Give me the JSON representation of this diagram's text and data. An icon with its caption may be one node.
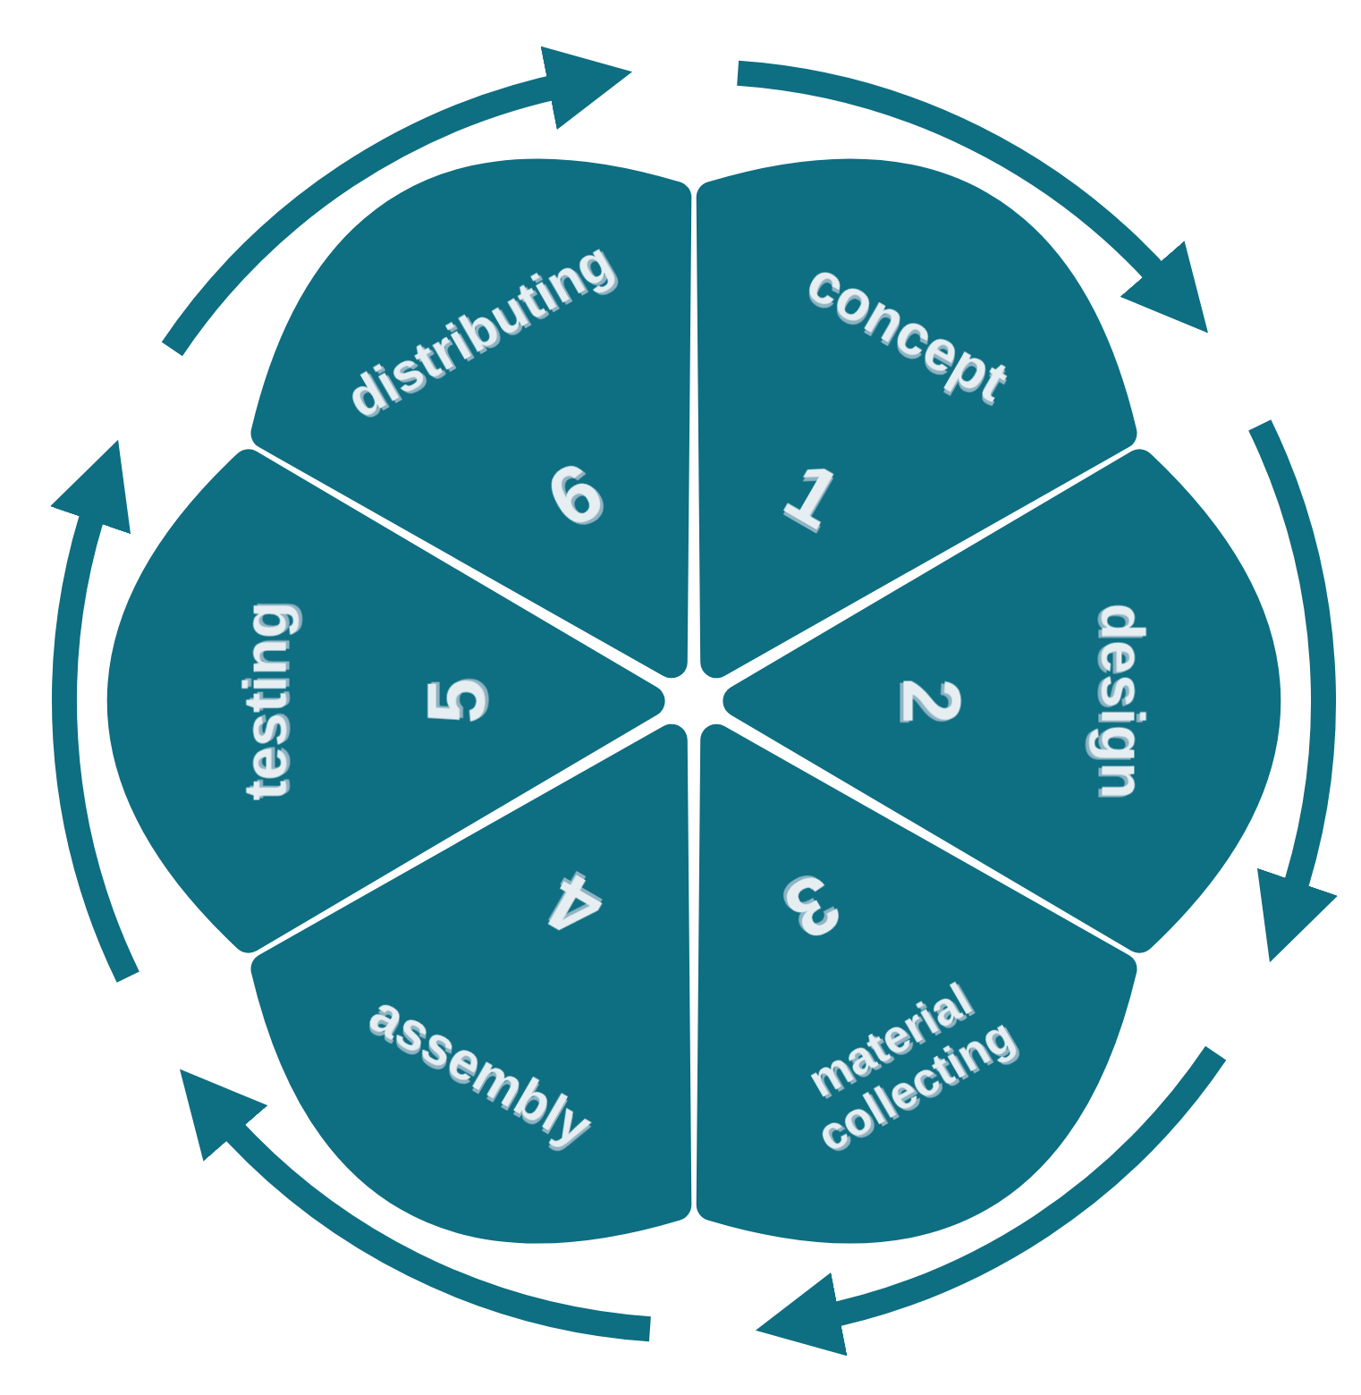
{
  "diagram": {
    "nodes": [
      {
        "text": [
          "concept",
          "1"
        ]
      },
      {
        "text": [
          "design",
          "2"
        ]
      },
      {
        "text": [
          "material collecting",
          "3"
        ]
      },
      {
        "text": [
          "assembly",
          "4"
        ]
      },
      {
        "text": [
          "testing",
          "5"
        ]
      },
      {
        "text": [
          "distributing",
          "6"
        ]
      }
    ]
  }
}
